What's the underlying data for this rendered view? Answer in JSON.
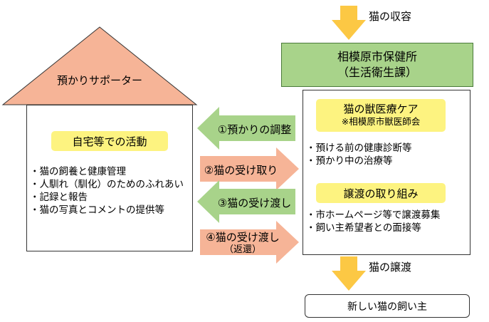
{
  "header": {
    "intake_label": "猫の収容",
    "adoption_label": "猫の譲渡"
  },
  "center": {
    "title_line1": "相模原市保健所",
    "title_line2": "（生活衛生課）",
    "care": {
      "title": "猫の獣医療ケア",
      "subtitle": "※相模原市獣医師会",
      "items": [
        "・預ける前の健康診断等",
        "・預かり中の治療等"
      ]
    },
    "transfer": {
      "title": "譲渡の取り組み",
      "items": [
        "・市ホームページ等で譲渡募集",
        "・飼い主希望者との面接等"
      ]
    }
  },
  "house": {
    "roof_label": "預かりサポーター",
    "activity_title": "自宅等での活動",
    "items": [
      "・猫の飼養と健康管理",
      "・人馴れ（馴化）のためのふれあい",
      "・記録と報告",
      "・猫の写真とコメントの提供等"
    ]
  },
  "arrows": {
    "a1": "①預かりの調整",
    "a2": "②猫の受け取り",
    "a3": "③猫の受け渡し",
    "a4_line1": "④猫の受け渡し",
    "a4_line2": "（返還）"
  },
  "new_owner": "新しい猫の飼い主",
  "colors": {
    "yellow_arrow": "#fcc844",
    "green_header": "#a8d38a",
    "green_arrow": "#a8d38a",
    "salmon_arrow": "#f6b497",
    "roof": "#f6b497",
    "pill": "#fdf380"
  }
}
